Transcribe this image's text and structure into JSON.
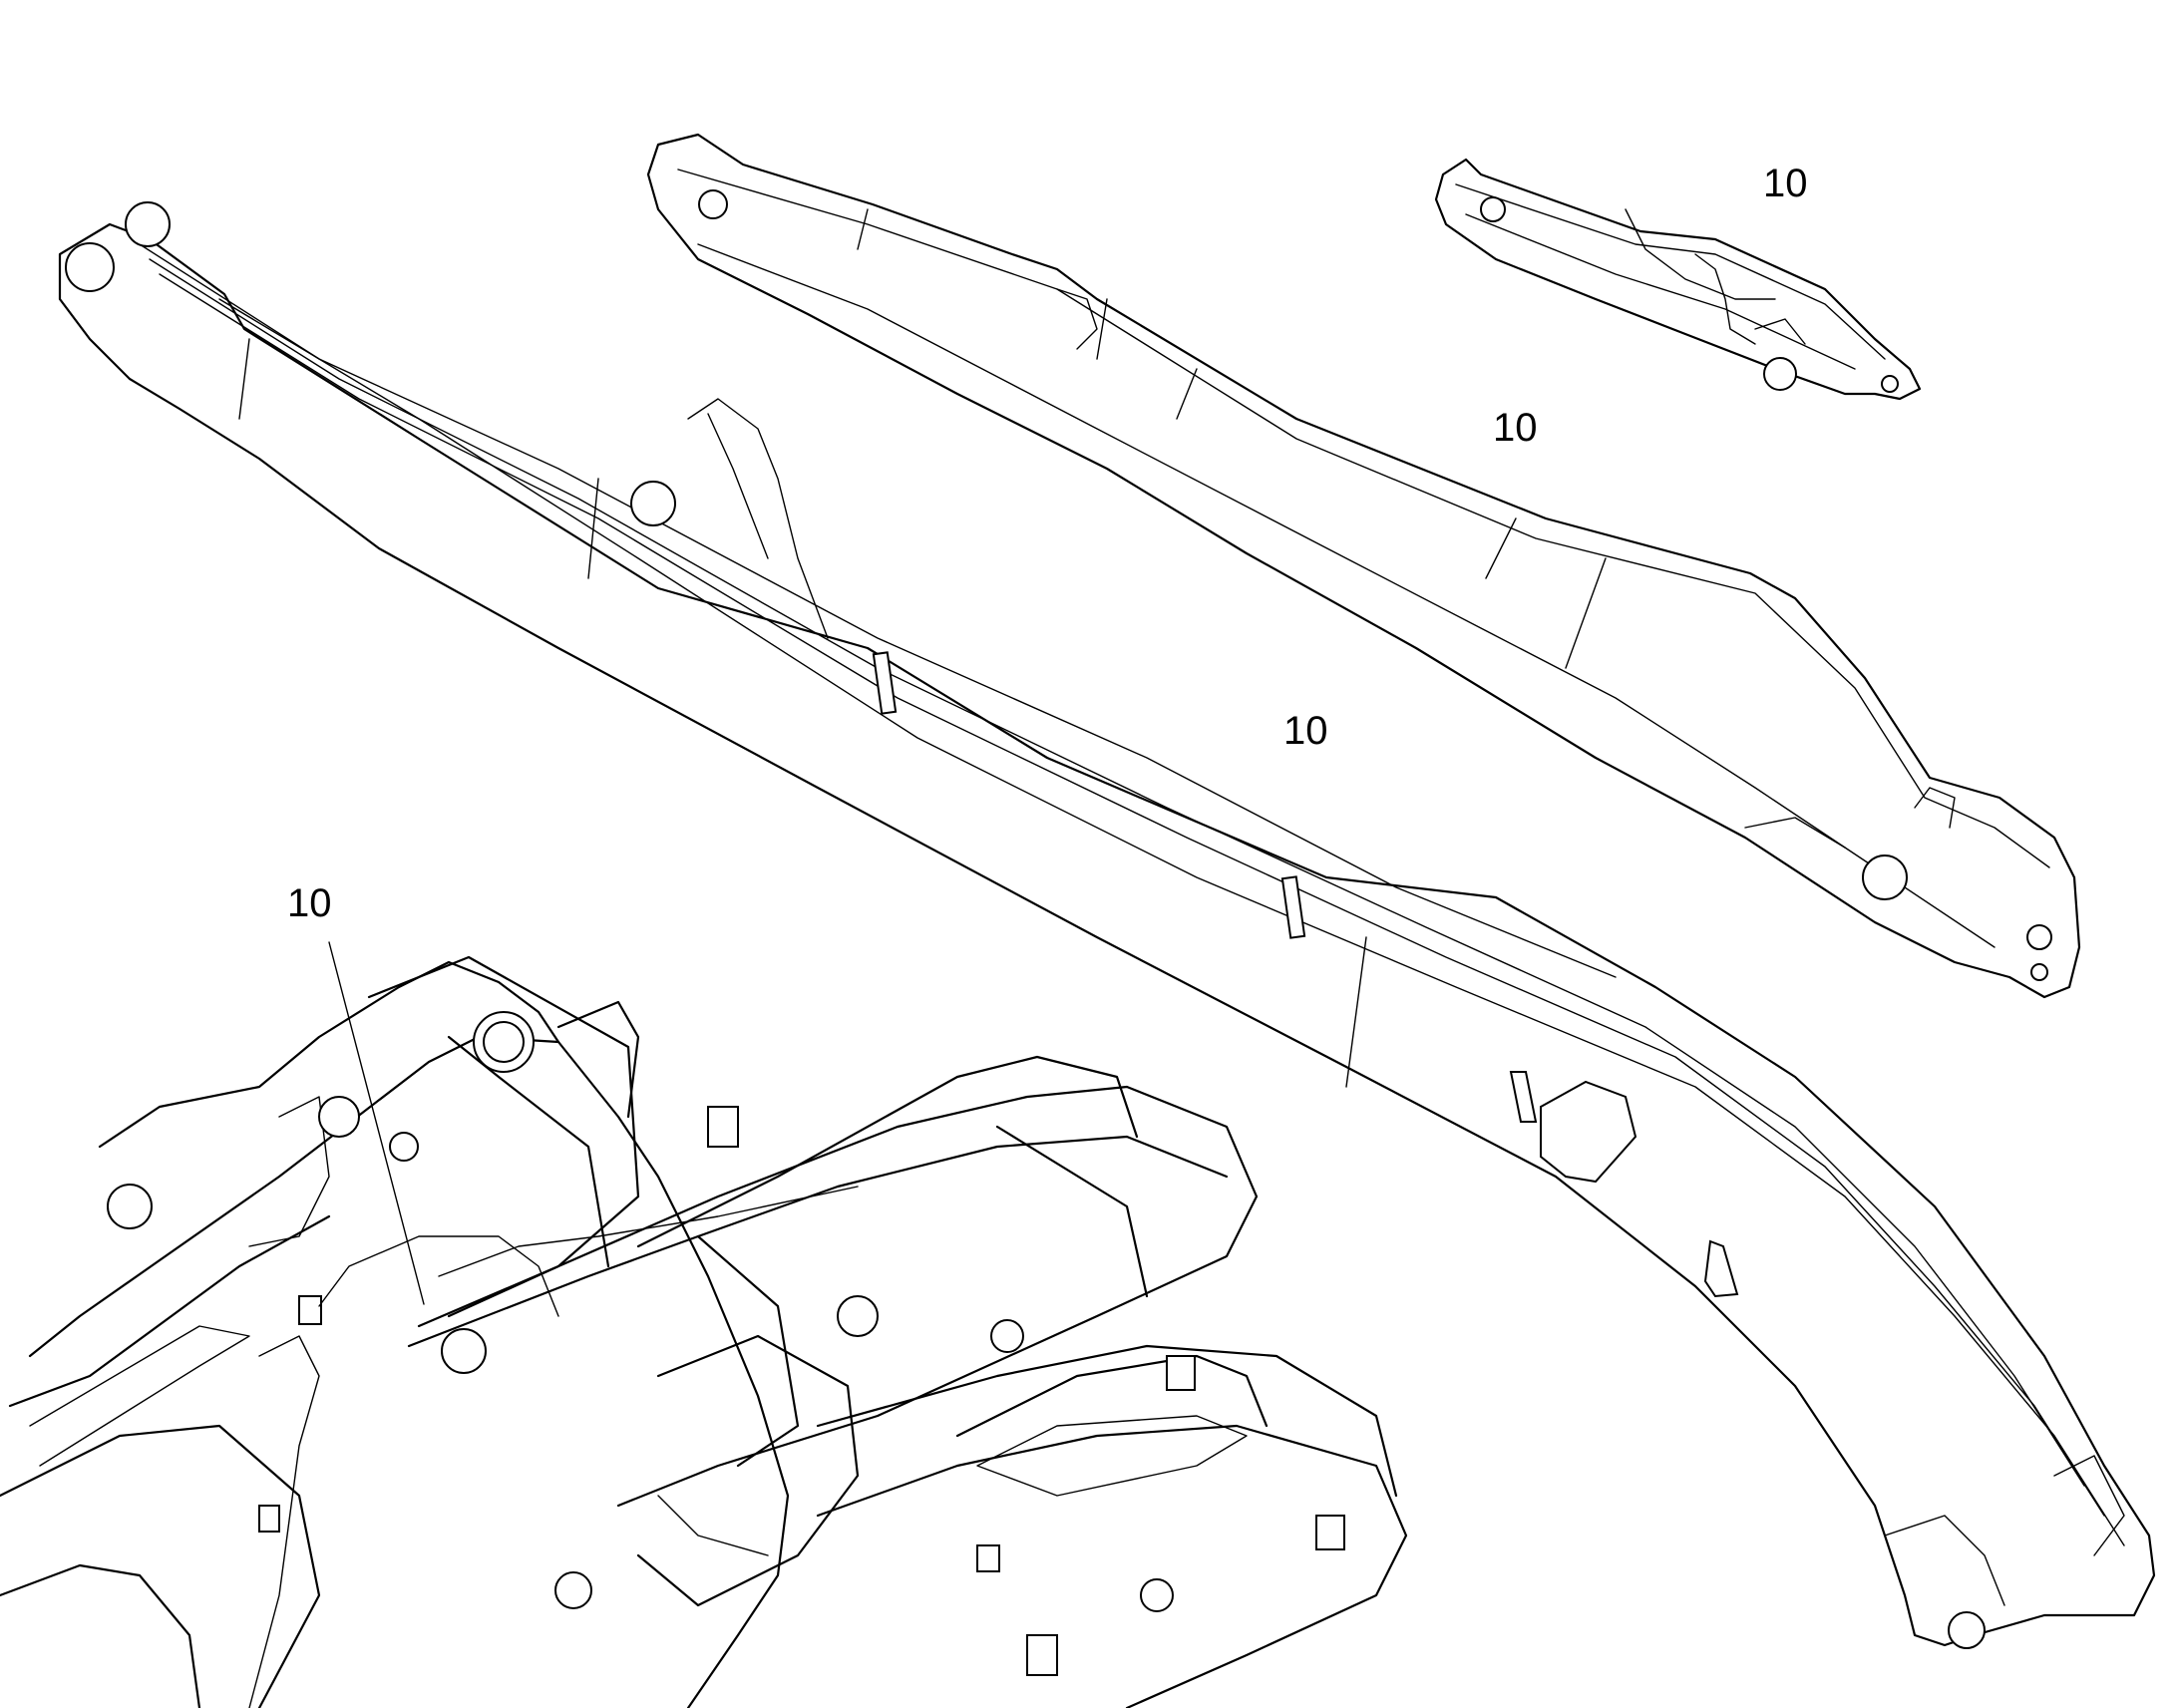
{
  "callouts": [
    {
      "id": "callout-arm-short",
      "text": "10"
    },
    {
      "id": "callout-arm-long",
      "text": "10"
    },
    {
      "id": "callout-boom",
      "text": "10"
    },
    {
      "id": "callout-frame",
      "text": "10"
    }
  ],
  "colors": {
    "ink": "#000000",
    "paper": "#ffffff"
  }
}
